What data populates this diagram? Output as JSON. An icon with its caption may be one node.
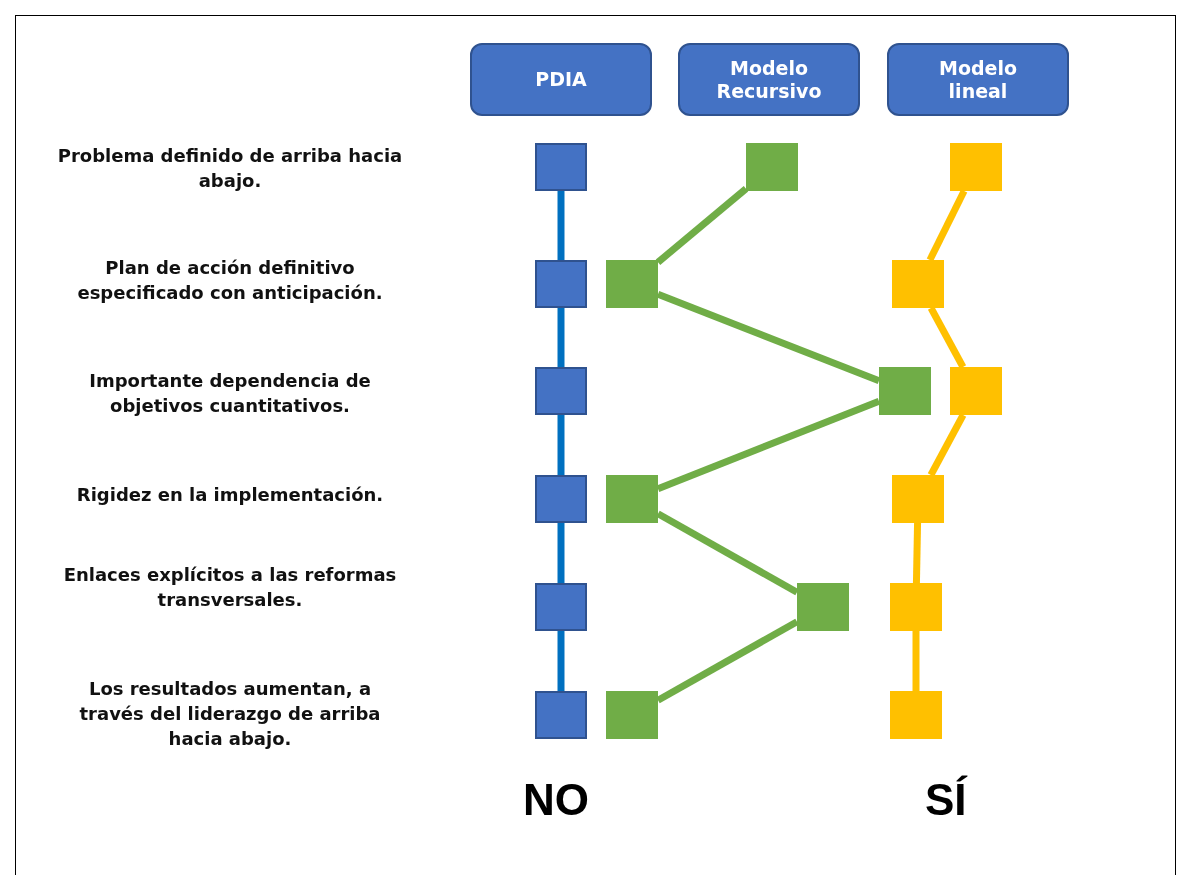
{
  "diagram": {
    "nodes": [
      {
        "text": [
          "PDIA"
        ]
      },
      {
        "text": [
          "Modelo Recursivo"
        ]
      },
      {
        "text": [
          "Modelo lineal"
        ]
      },
      {
        "text": [],
        "shape": "box"
      },
      {
        "text": [],
        "shape": "box"
      },
      {
        "text": [],
        "shape": "box"
      },
      {
        "text": [],
        "shape": "box"
      },
      {
        "text": [],
        "shape": "box"
      },
      {
        "text": [],
        "shape": "box"
      },
      {
        "text": [],
        "shape": "box"
      },
      {
        "text": [],
        "shape": "box"
      },
      {
        "text": [],
        "shape": "box"
      },
      {
        "text": [],
        "shape": "box"
      },
      {
        "text": [],
        "shape": "box"
      },
      {
        "text": [],
        "shape": "box"
      },
      {
        "text": [],
        "shape": "box"
      },
      {
        "text": [],
        "shape": "box"
      },
      {
        "text": [],
        "shape": "box"
      },
      {
        "text": [],
        "shape": "box"
      },
      {
        "text": [],
        "shape": "box"
      },
      {
        "text": [],
        "shape": "box"
      }
    ],
    "edges": [
      {
        "from": 3,
        "to": 6,
        "arrow": "none",
        "color": "#0070c0"
      },
      {
        "from": 6,
        "to": 9,
        "arrow": "none",
        "color": "#0070c0"
      },
      {
        "from": 9,
        "to": 12,
        "arrow": "none",
        "color": "#0070c0"
      },
      {
        "from": 12,
        "to": 15,
        "arrow": "none",
        "color": "#0070c0"
      },
      {
        "from": 15,
        "to": 18,
        "arrow": "none",
        "color": "#0070c0"
      },
      {
        "from": 4,
        "to": 7,
        "arrow": "none",
        "color": "#70ad47"
      },
      {
        "from": 7,
        "to": 10,
        "arrow": "none",
        "color": "#70ad47"
      },
      {
        "from": 10,
        "to": 13,
        "arrow": "none",
        "color": "#70ad47"
      },
      {
        "from": 13,
        "to": 16,
        "arrow": "none",
        "color": "#70ad47"
      },
      {
        "from": 16,
        "to": 19,
        "arrow": "none",
        "color": "#70ad47"
      },
      {
        "from": 5,
        "to": 8,
        "arrow": "none",
        "color": "#ffc000"
      },
      {
        "from": 8,
        "to": 11,
        "arrow": "none",
        "color": "#ffc000"
      },
      {
        "from": 11,
        "to": 14,
        "arrow": "none",
        "color": "#ffc000"
      },
      {
        "from": 14,
        "to": 17,
        "arrow": "none",
        "color": "#ffc000"
      },
      {
        "from": 17,
        "to": 20,
        "arrow": "none",
        "color": "#ffc000"
      }
    ],
    "labels": [
      "Problema definido de arriba hacia abajo.",
      "Plan de acción definitivo especificado con anticipación.",
      "Importante dependencia de objetivos cuantitativos.",
      "Rigidez en la implementación.",
      "Enlaces explícitos a las reformas transversales.",
      "Los resultados aumentan, a través del liderazgo de arriba hacia abajo.",
      "NO",
      "SÍ"
    ]
  }
}
